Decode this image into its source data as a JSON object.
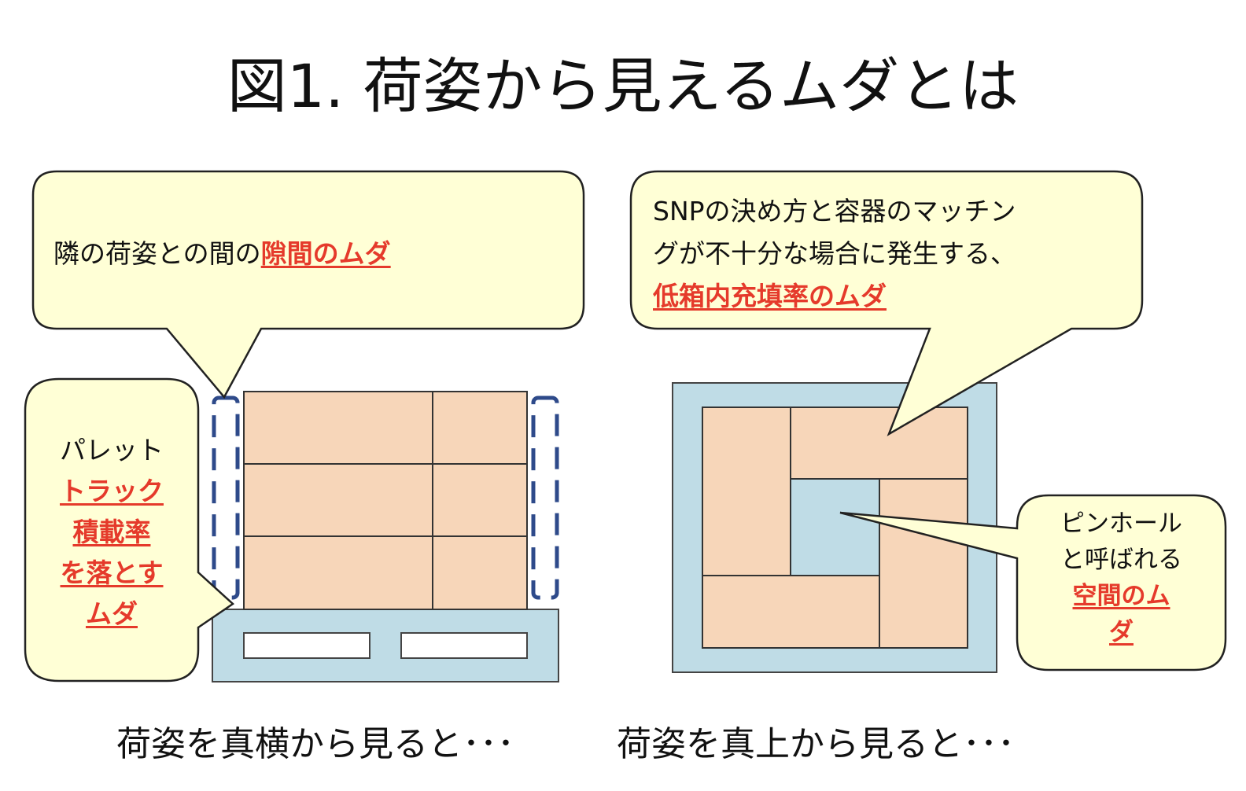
{
  "title": "図1. 荷姿から見えるムダとは",
  "callouts": {
    "gap": {
      "prefix": "隣の荷姿との間の",
      "emphasis": "隙間のムダ"
    },
    "pallet": {
      "line1": "パレット",
      "emphasis_lines": [
        "トラック",
        "積載率",
        "を落とす",
        "ムダ"
      ]
    },
    "snp": {
      "line1": "SNPの決め方と容器のマッチン",
      "line2": "グが不十分な場合に発生する、",
      "emphasis": "低箱内充填率のムダ"
    },
    "pinhole": {
      "line1": "ピンホール",
      "line2": "と呼ばれる",
      "emphasis_lines": [
        "空間のム",
        "ダ"
      ]
    }
  },
  "captions": {
    "side_view": "荷姿を真横から見ると･･･",
    "top_view": "荷姿を真上から見ると･･･"
  },
  "colors": {
    "callout_fill": "#ffffd6",
    "box_fill": "#f7d6b9",
    "pallet_fill": "#bfdce6",
    "dashed_outline": "#2e4a8a",
    "emphasis_text": "#e53a2b"
  }
}
